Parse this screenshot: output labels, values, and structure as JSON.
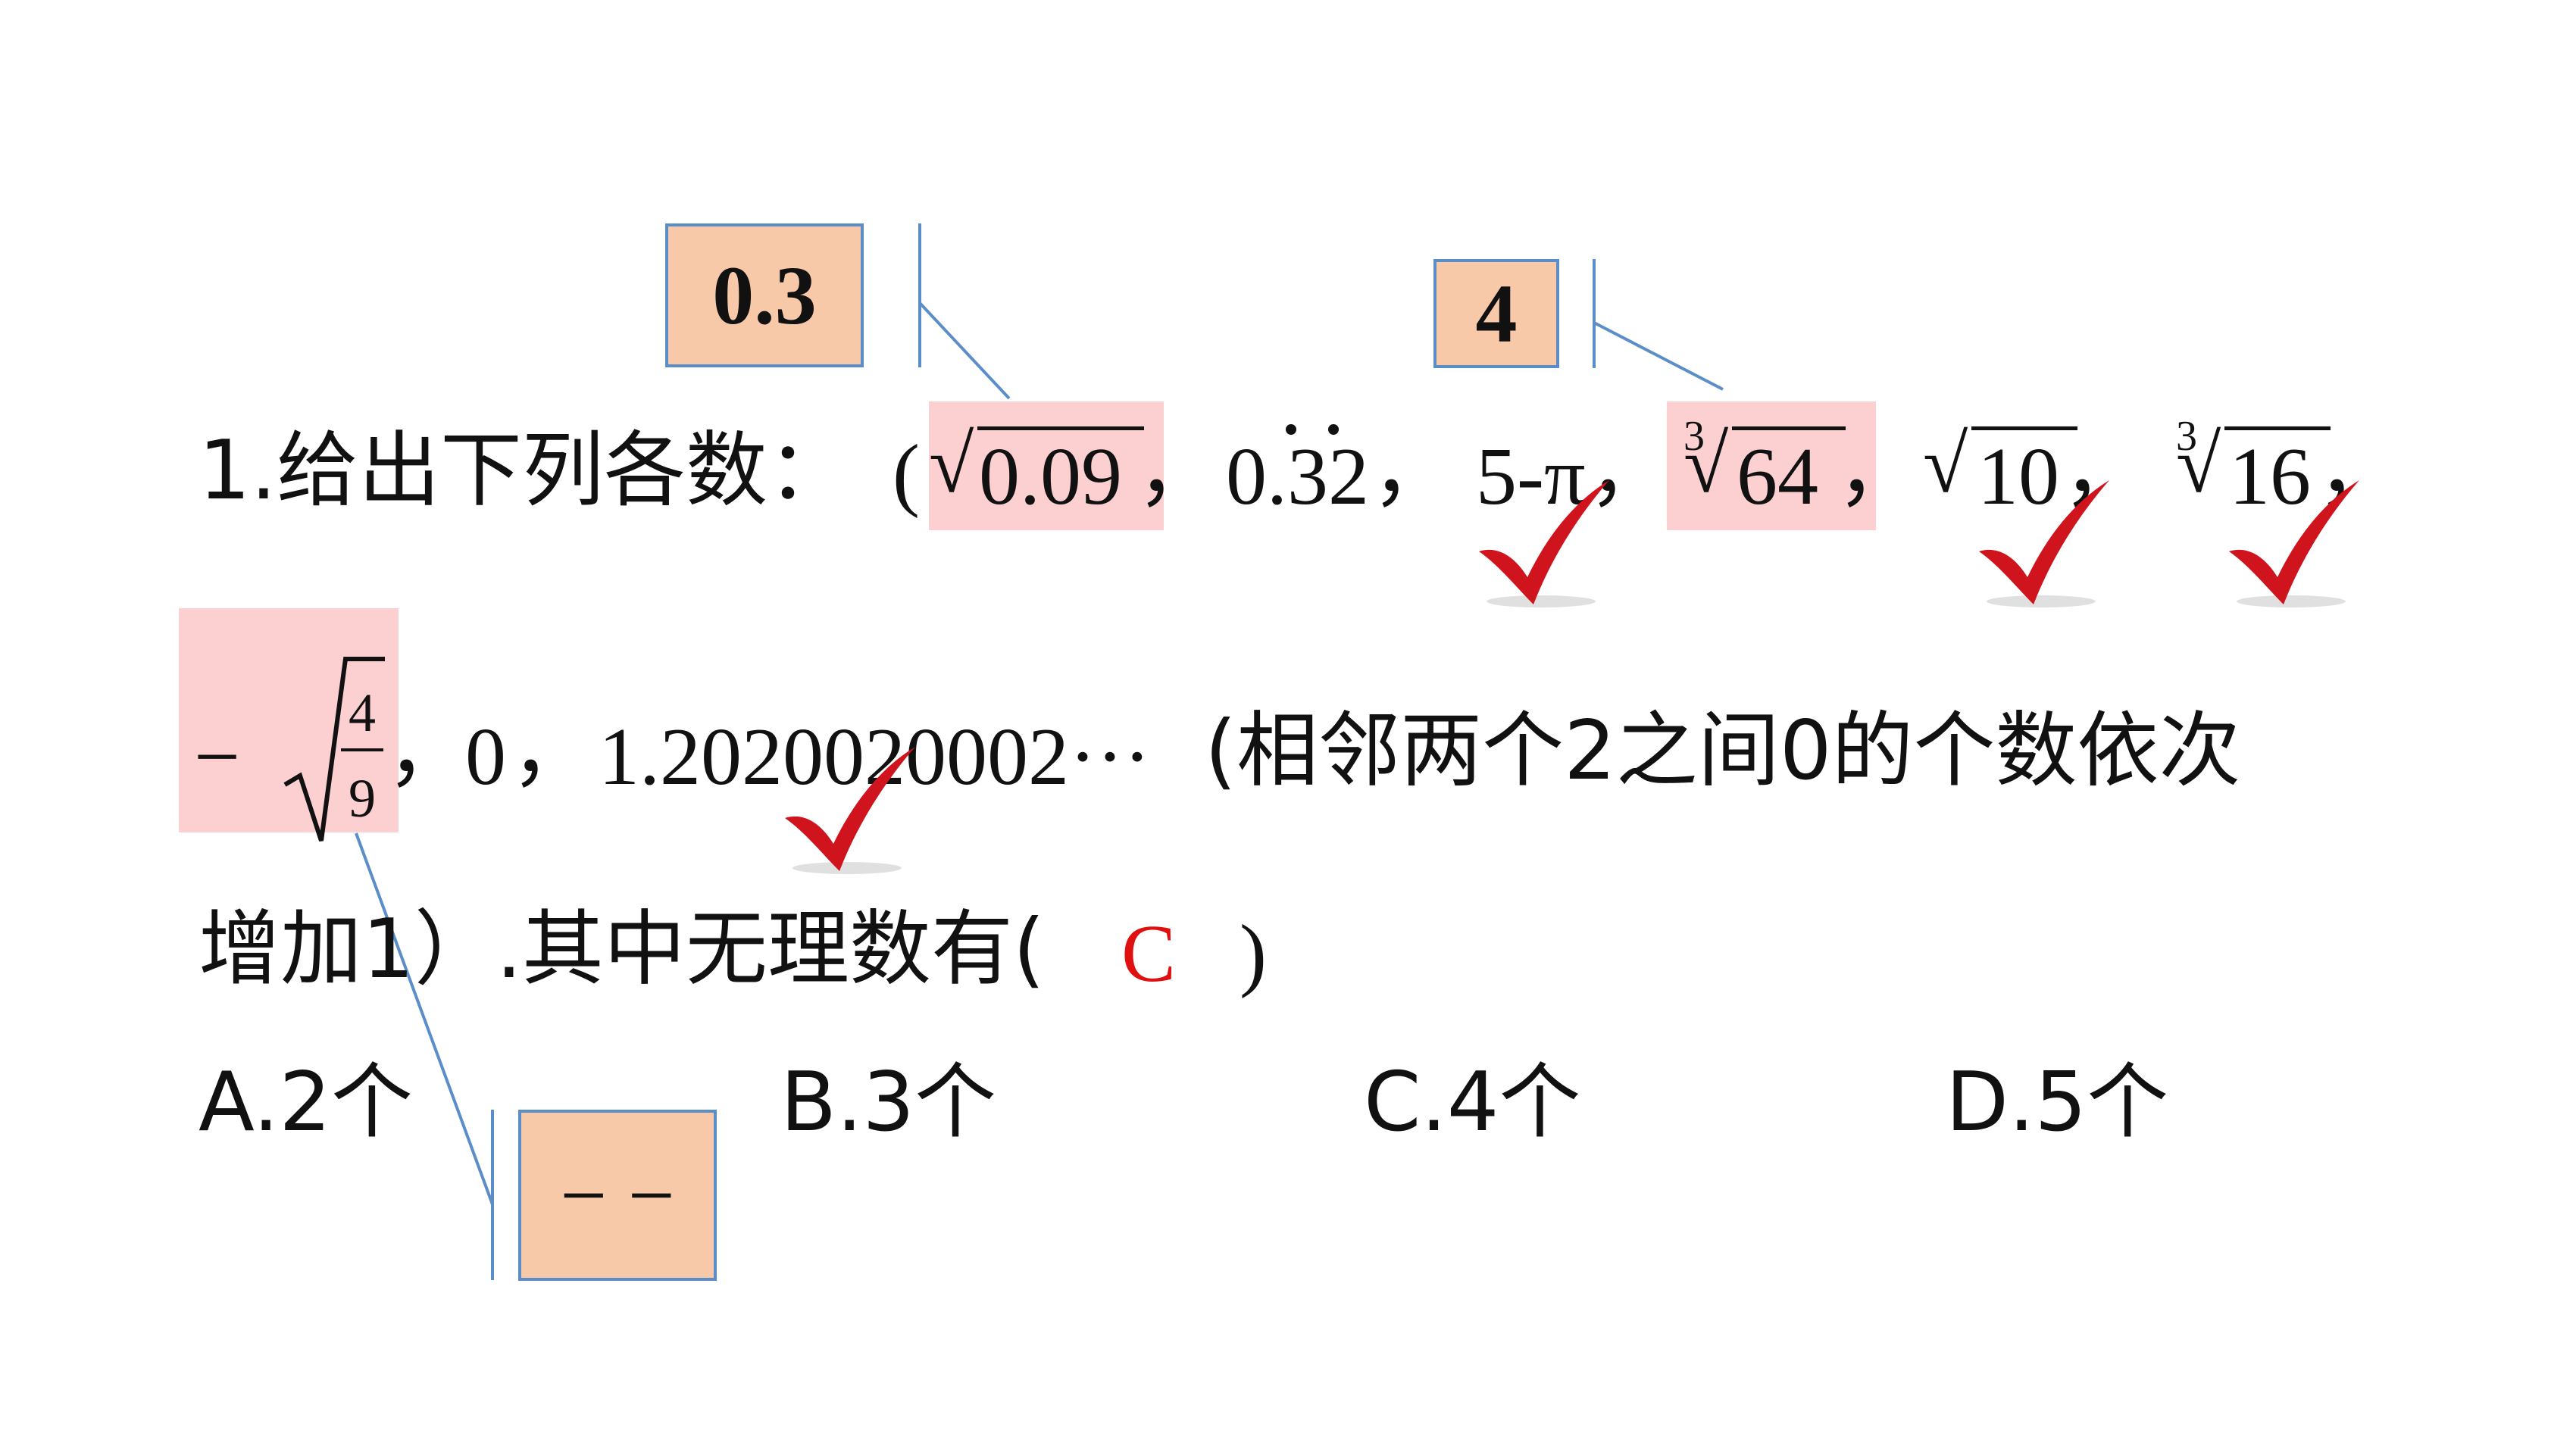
{
  "question": {
    "prefix": "1.给出下列各数：",
    "open_paren": "(",
    "items": {
      "sqrt_009": "0.09",
      "repeating_dec": "0.32",
      "five_minus_pi": "5-π",
      "cbrt_64": "64",
      "cbrt_index": "3",
      "sqrt_10": "10",
      "cbrt_16": "16",
      "neg_sign": "−",
      "frac_num": "4",
      "frac_den": "9",
      "zero": "0",
      "decimal_seq": "1.2020020002···"
    },
    "separator": "，",
    "condition_part1": "(相邻两个2之间0的个数依次",
    "condition_part2": "增加1）.其中无理数有(",
    "answer": "C",
    "close_paren": ")"
  },
  "options": [
    {
      "label": "A.2个"
    },
    {
      "label": "B.3个"
    },
    {
      "label": "C.4个"
    },
    {
      "label": "D.5个"
    }
  ],
  "callouts": {
    "sqrt_009_value": "0.3",
    "cbrt_64_value": "4",
    "neg_sqrt_value": "− −"
  },
  "colors": {
    "highlight": "#fcd0d0",
    "callout_fill": "#f7c9a8",
    "callout_border": "#5b8ec9",
    "answer": "#e01010",
    "check": "#d0141e"
  }
}
